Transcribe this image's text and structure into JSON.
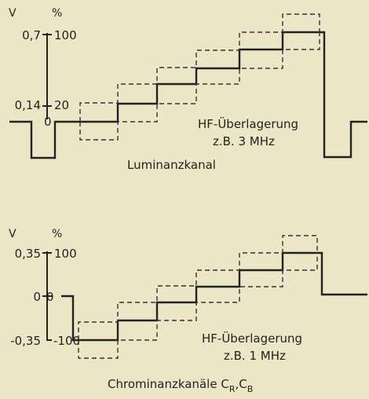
{
  "colors": {
    "paper": "#ebe6c6",
    "ink": "#222222"
  },
  "luminance": {
    "unit_left": "V",
    "unit_right": "%",
    "ticks_left": [
      "0,7",
      "0,14"
    ],
    "ticks_right": [
      "100",
      "20",
      "0"
    ],
    "annotation_line1": "HF-Überlagerung",
    "annotation_line2": "z.B. 3 MHz",
    "caption": "Luminanzkanal"
  },
  "chrominance": {
    "unit_left": "V",
    "unit_right": "%",
    "ticks_left": [
      "0,35",
      "0",
      "-0,35"
    ],
    "ticks_right": [
      "100",
      "0",
      "-100"
    ],
    "annotation_line1": "HF-Überlagerung",
    "annotation_line2": "z.B. 1 MHz",
    "caption_main": "Chrominanzkanäle C",
    "caption_sub1": "R",
    "caption_sep": ",C",
    "caption_sub2": "B"
  }
}
